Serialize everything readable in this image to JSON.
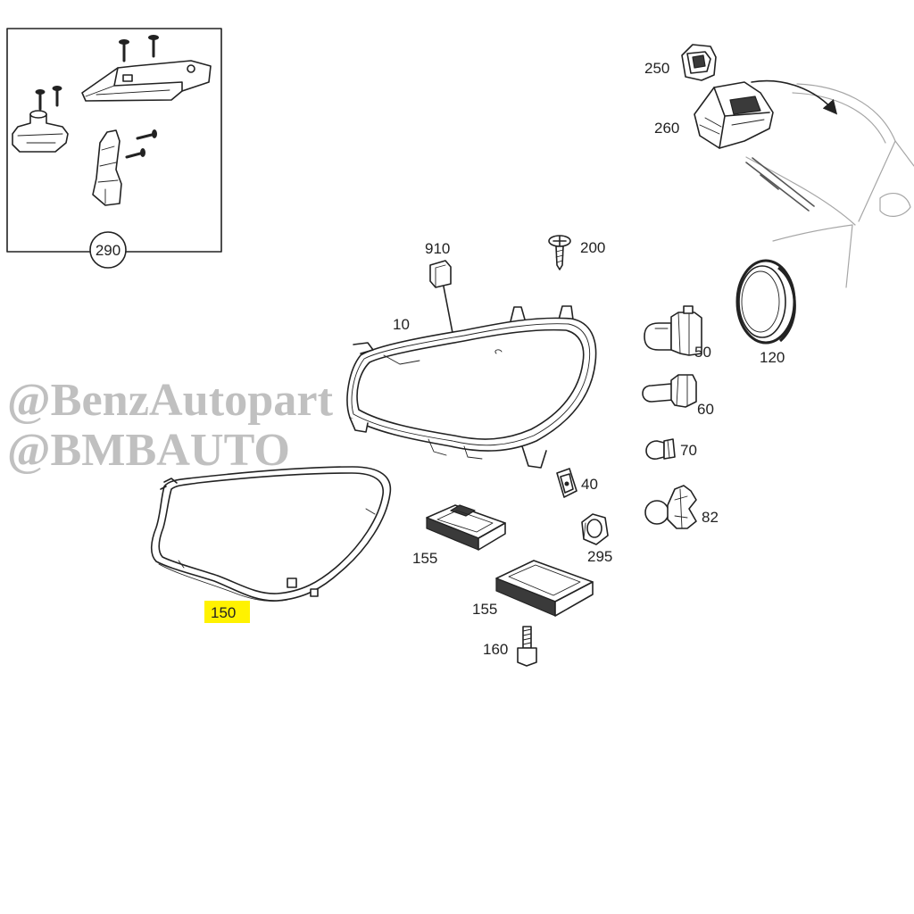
{
  "watermark": {
    "line1": "@BenzAutopart",
    "line2": "@BMBAUTO"
  },
  "callouts": {
    "item_290": "290",
    "item_250": "250",
    "item_260": "260",
    "item_910": "910",
    "item_200": "200",
    "item_10": "10",
    "item_50": "50",
    "item_120": "120",
    "item_60": "60",
    "item_70": "70",
    "item_40": "40",
    "item_82": "82",
    "item_155_upper": "155",
    "item_295": "295",
    "item_150": "150",
    "item_155_lower": "155",
    "item_160": "160"
  },
  "colors": {
    "highlight": "#fff200",
    "line": "#222222",
    "watermark": "#b3b3b3"
  }
}
